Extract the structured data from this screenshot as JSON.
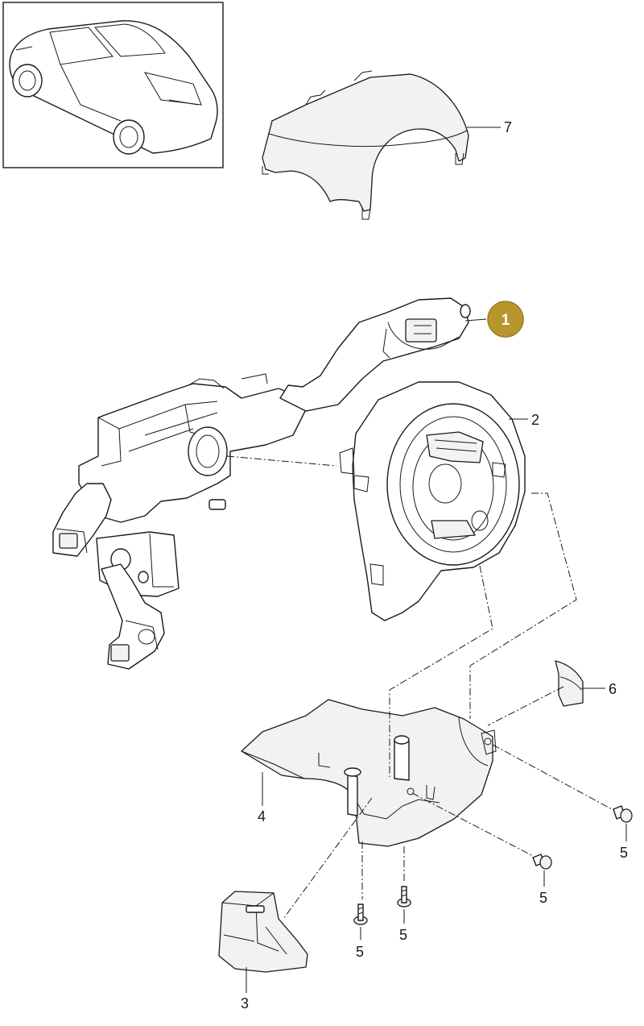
{
  "callouts": {
    "c1": "1",
    "c2": "2",
    "c3": "3",
    "c4": "4",
    "c5": "5",
    "c6": "6",
    "c7": "7"
  },
  "colors": {
    "highlight_badge": "#b8962e",
    "line": "#1a1a1a"
  }
}
